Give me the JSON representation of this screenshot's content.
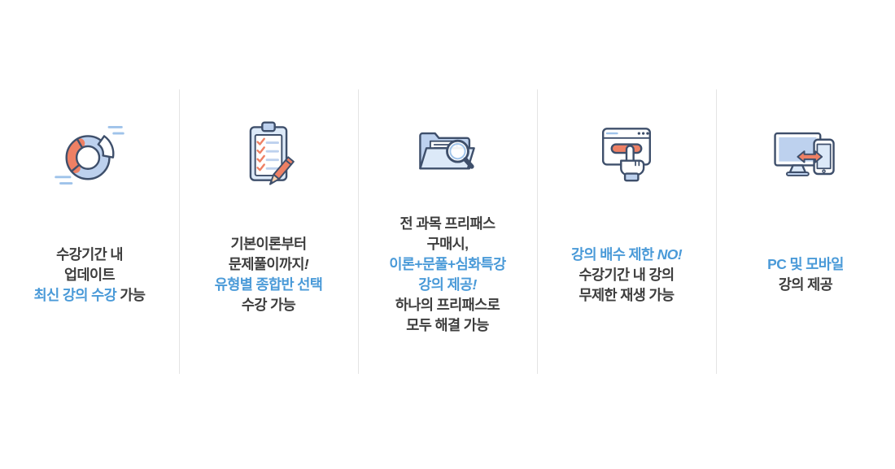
{
  "palette": {
    "text_dark": "#3d3d3d",
    "text_blue": "#4a9ad8",
    "icon_navy": "#3e4f6b",
    "icon_blue": "#bdd1ee",
    "icon_blue_light": "#dce9f8",
    "icon_sky": "#9fc3ea",
    "icon_coral": "#ee8064",
    "icon_wood": "#f6d0ad",
    "divider": "#e4e4e4",
    "background": "#ffffff"
  },
  "columns": [
    {
      "id": "latest-update",
      "icon": "donut-chart-icon",
      "lines": [
        [
          {
            "t": "수강기간 내",
            "c": "dark"
          }
        ],
        [
          {
            "t": "업데이트",
            "c": "dark"
          }
        ],
        [
          {
            "t": "최신 강의 수강",
            "c": "blue"
          },
          {
            "t": " 가능",
            "c": "dark"
          }
        ]
      ]
    },
    {
      "id": "type-select",
      "icon": "checklist-clipboard-icon",
      "lines": [
        [
          {
            "t": "기본이론부터",
            "c": "dark"
          }
        ],
        [
          {
            "t": "문제풀이까지",
            "c": "dark"
          },
          {
            "t": "!",
            "c": "dark",
            "i": true
          }
        ],
        [
          {
            "t": "유형별 종합반 선택",
            "c": "blue"
          }
        ],
        [
          {
            "t": "수강 가능",
            "c": "dark"
          }
        ]
      ]
    },
    {
      "id": "freepass",
      "icon": "folder-magnifier-icon",
      "lines": [
        [
          {
            "t": "전 과목 프리패스",
            "c": "dark"
          }
        ],
        [
          {
            "t": "구매시,",
            "c": "dark"
          }
        ],
        [
          {
            "t": "이론+문풀+심화특강",
            "c": "blue"
          }
        ],
        [
          {
            "t": "강의 제공",
            "c": "blue"
          },
          {
            "t": "!",
            "c": "blue",
            "i": true
          }
        ],
        [
          {
            "t": "하나의 프리패스로",
            "c": "dark"
          }
        ],
        [
          {
            "t": "모두 해결 가능",
            "c": "dark"
          }
        ]
      ]
    },
    {
      "id": "unlimited-replay",
      "icon": "browser-click-icon",
      "lines": [
        [
          {
            "t": "강의 배수 제한 ",
            "c": "blue"
          },
          {
            "t": "NO!",
            "c": "blue",
            "i": true
          }
        ],
        [
          {
            "t": "수강기간 내 강의",
            "c": "dark"
          }
        ],
        [
          {
            "t": "무제한 재생 가능",
            "c": "dark"
          }
        ]
      ]
    },
    {
      "id": "pc-mobile",
      "icon": "pc-mobile-icon",
      "lines": [
        [
          {
            "t": "PC 및 모바일",
            "c": "blue"
          }
        ],
        [
          {
            "t": "강의 제공",
            "c": "dark"
          }
        ]
      ]
    }
  ]
}
